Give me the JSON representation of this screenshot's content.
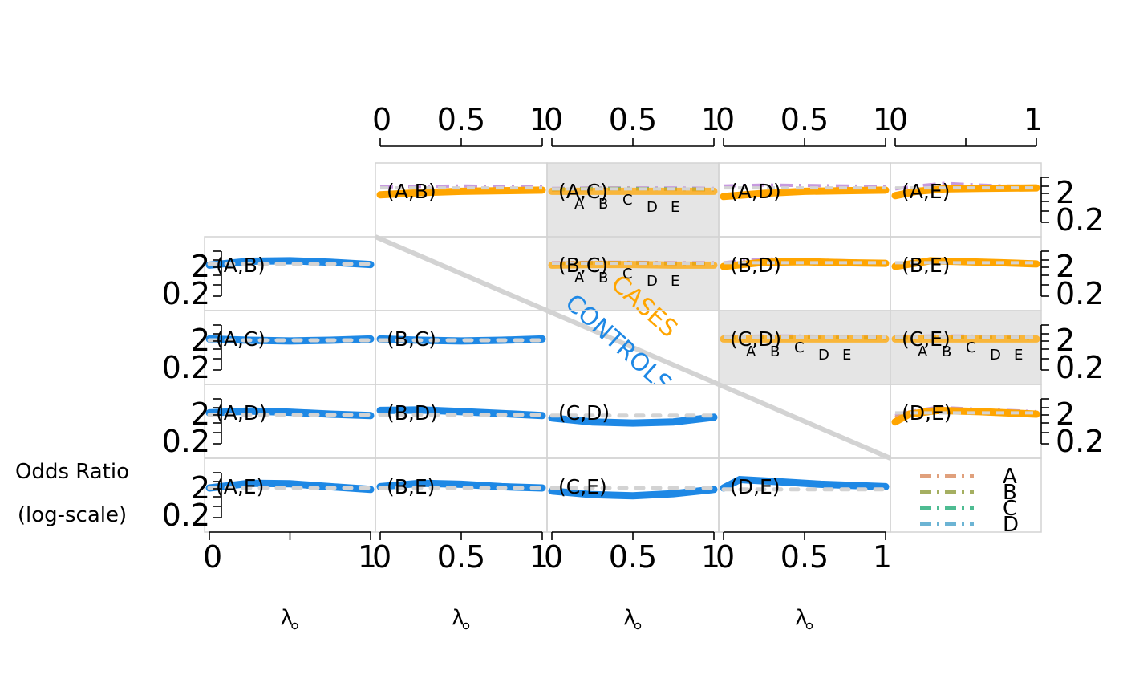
{
  "chart_data": {
    "type": "line",
    "layout": "pairwise-matrix",
    "y_scale": "log",
    "xlabel": "λ",
    "ylabel_lines": [
      "Odds Ratio",
      "(log-scale)"
    ],
    "x_ticks_full": [
      "0",
      "0.5",
      "1"
    ],
    "x_ticks_short": [
      "0",
      "1"
    ],
    "y_ticks": [
      "2",
      "0.2"
    ],
    "y_range": [
      0.1,
      6
    ],
    "diagonal_labels": {
      "cases": "CASES",
      "controls": "CONTROLS"
    },
    "subletters": [
      "A",
      "B",
      "C",
      "D",
      "E"
    ],
    "legend": {
      "placement": "bottom-right",
      "entries": [
        {
          "name": "A",
          "color": "#E0A07C"
        },
        {
          "name": "B",
          "color": "#A5AF61"
        },
        {
          "name": "C",
          "color": "#4EBC92"
        },
        {
          "name": "D",
          "color": "#6CB4D4"
        }
      ]
    },
    "colors": {
      "controls": "#1E88E5",
      "cases": "#FFA500",
      "reference": "#D3D3D3",
      "subgroup_purple": "#C79ADF",
      "highlight_bg": "#E5E5E5",
      "panel_border": "#D3D3D3"
    },
    "panels": [
      {
        "label": "(A,B)",
        "group": "cases",
        "highlight": false,
        "x": [
          0,
          0.25,
          0.5,
          0.75,
          1
        ],
        "main": [
          1.05,
          1.2,
          1.3,
          1.35,
          1.4
        ],
        "reference": [
          1.6,
          1.6,
          1.6,
          1.6,
          1.6
        ],
        "subgroups": [
          [
            1.7,
            1.75,
            1.8,
            1.75,
            1.7
          ]
        ]
      },
      {
        "label": "(A,C)",
        "group": "cases",
        "highlight": true,
        "x": [
          0,
          0.25,
          0.5,
          0.75,
          1
        ],
        "main": [
          1.3,
          1.3,
          1.3,
          1.3,
          1.3
        ],
        "reference": [
          1.5,
          1.5,
          1.5,
          1.5,
          1.5
        ],
        "subgroups": [
          [
            1.55,
            1.6,
            1.6,
            1.6,
            1.55
          ],
          [
            1.4,
            1.45,
            1.5,
            1.45,
            1.4
          ],
          [
            1.5,
            1.55,
            1.55,
            1.5,
            1.5
          ],
          [
            1.45,
            1.5,
            1.5,
            1.5,
            1.45
          ]
        ],
        "sublabels": true
      },
      {
        "label": "(A,D)",
        "group": "cases",
        "highlight": false,
        "x": [
          0,
          0.25,
          0.5,
          0.75,
          1
        ],
        "main": [
          0.95,
          1.15,
          1.3,
          1.35,
          1.4
        ],
        "reference": [
          1.6,
          1.6,
          1.6,
          1.6,
          1.6
        ],
        "subgroups": [
          [
            1.8,
            1.9,
            1.85,
            1.8,
            1.75
          ]
        ]
      },
      {
        "label": "(A,E)",
        "group": "cases",
        "highlight": false,
        "x": [
          0,
          0.15,
          0.35,
          0.6,
          1
        ],
        "main": [
          1.0,
          1.3,
          1.5,
          1.55,
          1.6
        ],
        "reference": [
          1.6,
          1.6,
          1.6,
          1.6,
          1.6
        ],
        "subgroups": [
          [
            1.5,
            1.8,
            2.1,
            1.9,
            1.7
          ]
        ]
      },
      {
        "label": "(A,B)",
        "group": "controls",
        "highlight": false,
        "x": [
          0,
          0.25,
          0.5,
          0.75,
          1
        ],
        "main": [
          1.3,
          1.65,
          1.7,
          1.55,
          1.35
        ],
        "reference": [
          1.4,
          1.4,
          1.4,
          1.4,
          1.4
        ],
        "subgroups": []
      },
      {
        "label": "(B,C)",
        "group": "cases",
        "highlight": true,
        "x": [
          0,
          0.25,
          0.5,
          0.75,
          1
        ],
        "main": [
          1.3,
          1.35,
          1.35,
          1.3,
          1.3
        ],
        "reference": [
          1.45,
          1.45,
          1.45,
          1.45,
          1.45
        ],
        "subgroups": [
          [
            1.5,
            1.55,
            1.55,
            1.5,
            1.5
          ],
          [
            1.4,
            1.45,
            1.45,
            1.4,
            1.4
          ],
          [
            1.45,
            1.5,
            1.5,
            1.45,
            1.45
          ]
        ],
        "sublabels": true
      },
      {
        "label": "(B,D)",
        "group": "cases",
        "highlight": false,
        "x": [
          0,
          0.25,
          0.5,
          0.75,
          1
        ],
        "main": [
          1.2,
          1.55,
          1.6,
          1.5,
          1.45
        ],
        "reference": [
          1.5,
          1.5,
          1.5,
          1.5,
          1.5
        ],
        "subgroups": [
          [
            1.5,
            1.9,
            1.8,
            1.7,
            1.6
          ]
        ]
      },
      {
        "label": "(B,E)",
        "group": "cases",
        "highlight": false,
        "x": [
          0,
          0.25,
          0.5,
          0.75,
          1
        ],
        "main": [
          1.2,
          1.7,
          1.6,
          1.5,
          1.4
        ],
        "reference": [
          1.5,
          1.5,
          1.5,
          1.5,
          1.5
        ],
        "subgroups": [
          [
            1.4,
            1.6,
            1.7,
            1.6,
            1.5
          ]
        ]
      },
      {
        "label": "(A,C)",
        "group": "controls",
        "highlight": false,
        "x": [
          0,
          0.25,
          0.5,
          0.75,
          1
        ],
        "main": [
          1.3,
          1.2,
          1.15,
          1.2,
          1.3
        ],
        "reference": [
          1.2,
          1.2,
          1.2,
          1.2,
          1.2
        ],
        "subgroups": []
      },
      {
        "label": "(B,C)",
        "group": "controls",
        "highlight": false,
        "x": [
          0,
          0.25,
          0.5,
          0.75,
          1
        ],
        "main": [
          1.3,
          1.2,
          1.15,
          1.2,
          1.3
        ],
        "reference": [
          1.2,
          1.2,
          1.2,
          1.2,
          1.2
        ],
        "subgroups": []
      },
      {
        "label": "(C,D)",
        "group": "cases",
        "highlight": true,
        "x": [
          0,
          0.25,
          0.5,
          0.75,
          1
        ],
        "main": [
          1.3,
          1.3,
          1.3,
          1.3,
          1.3
        ],
        "reference": [
          1.45,
          1.45,
          1.45,
          1.45,
          1.45
        ],
        "subgroups": [
          [
            1.5,
            1.55,
            1.55,
            1.5,
            1.5
          ],
          [
            1.4,
            1.45,
            1.45,
            1.4,
            1.4
          ],
          [
            1.35,
            1.4,
            1.4,
            1.4,
            1.35
          ]
        ],
        "sublabels": true
      },
      {
        "label": "(C,E)",
        "group": "cases",
        "highlight": true,
        "x": [
          0,
          0.25,
          0.5,
          0.75,
          1
        ],
        "main": [
          1.3,
          1.3,
          1.3,
          1.3,
          1.3
        ],
        "reference": [
          1.45,
          1.45,
          1.45,
          1.45,
          1.45
        ],
        "subgroups": [
          [
            1.5,
            1.55,
            1.55,
            1.5,
            1.5
          ],
          [
            1.4,
            1.45,
            1.45,
            1.4,
            1.4
          ],
          [
            1.35,
            1.4,
            1.4,
            1.4,
            1.35
          ]
        ],
        "sublabels": true
      },
      {
        "label": "(A,D)",
        "group": "controls",
        "highlight": false,
        "x": [
          0,
          0.25,
          0.5,
          0.75,
          1
        ],
        "main": [
          1.3,
          1.45,
          1.35,
          1.2,
          1.1
        ],
        "reference": [
          1.15,
          1.15,
          1.15,
          1.15,
          1.15
        ],
        "subgroups": []
      },
      {
        "label": "(B,D)",
        "group": "controls",
        "highlight": false,
        "x": [
          0,
          0.25,
          0.5,
          0.75,
          1
        ],
        "main": [
          1.5,
          1.55,
          1.4,
          1.25,
          1.1
        ],
        "reference": [
          1.15,
          1.15,
          1.15,
          1.15,
          1.15
        ],
        "subgroups": []
      },
      {
        "label": "(C,D)",
        "group": "controls",
        "highlight": false,
        "x": [
          0,
          0.25,
          0.5,
          0.75,
          1
        ],
        "main": [
          0.95,
          0.75,
          0.7,
          0.75,
          1.0
        ],
        "reference": [
          1.1,
          1.1,
          1.1,
          1.1,
          1.1
        ],
        "subgroups": []
      },
      {
        "label": "(D,E)",
        "group": "cases",
        "highlight": false,
        "x": [
          0,
          0.1,
          0.3,
          0.6,
          1
        ],
        "main": [
          0.75,
          1.2,
          1.5,
          1.4,
          1.2
        ],
        "reference": [
          1.3,
          1.3,
          1.3,
          1.3,
          1.3
        ],
        "subgroups": [
          [
            1.1,
            1.4,
            1.8,
            1.6,
            1.4
          ],
          [
            1.0,
            1.3,
            1.6,
            1.5,
            1.3
          ]
        ]
      },
      {
        "label": "(A,E)",
        "group": "controls",
        "highlight": false,
        "x": [
          0,
          0.25,
          0.5,
          0.75,
          1
        ],
        "main": [
          1.2,
          1.6,
          1.55,
          1.3,
          1.1
        ],
        "reference": [
          1.2,
          1.2,
          1.2,
          1.2,
          1.2
        ],
        "subgroups": []
      },
      {
        "label": "(B,E)",
        "group": "controls",
        "highlight": false,
        "x": [
          0,
          0.25,
          0.5,
          0.75,
          1
        ],
        "main": [
          1.3,
          1.6,
          1.5,
          1.3,
          1.2
        ],
        "reference": [
          1.2,
          1.2,
          1.2,
          1.2,
          1.2
        ],
        "subgroups": []
      },
      {
        "label": "(C,E)",
        "group": "controls",
        "highlight": false,
        "x": [
          0,
          0.25,
          0.5,
          0.75,
          1
        ],
        "main": [
          1.0,
          0.8,
          0.75,
          0.85,
          1.1
        ],
        "reference": [
          1.2,
          1.2,
          1.2,
          1.2,
          1.2
        ],
        "subgroups": []
      },
      {
        "label": "(D,E)",
        "group": "controls",
        "highlight": false,
        "x": [
          0,
          0.1,
          0.3,
          0.6,
          1
        ],
        "main": [
          1.2,
          2.0,
          1.8,
          1.5,
          1.3
        ],
        "reference": [
          1.1,
          1.1,
          1.1,
          1.1,
          1.1
        ],
        "subgroups": []
      }
    ]
  }
}
